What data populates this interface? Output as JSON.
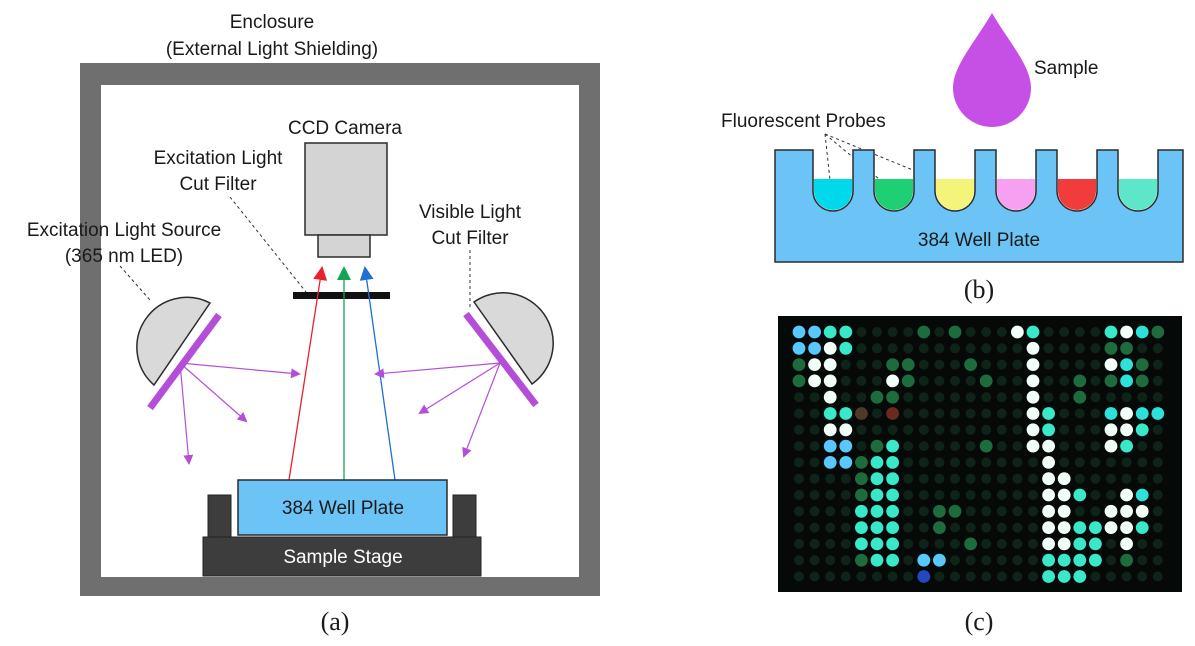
{
  "panel_a": {
    "enclosure_line1": "Enclosure",
    "enclosure_line2": "(External Light Shielding)",
    "camera": "CCD Camera",
    "exc_filter_line1": "Excitation Light",
    "exc_filter_line2": "Cut Filter",
    "source_line1": "Excitation Light Source",
    "source_line2": "(365 nm LED)",
    "vis_filter_line1": "Visible Light",
    "vis_filter_line2": "Cut Filter",
    "plate": "384 Well Plate",
    "stage": "Sample Stage",
    "caption": "(a)"
  },
  "panel_b": {
    "sample": "Sample",
    "probes": "Fluorescent Probes",
    "plate": "384 Well Plate",
    "caption": "(b)",
    "well_colors": [
      "#00d9ec",
      "#1fcf74",
      "#f4f47a",
      "#f7a0f2",
      "#f23c3c",
      "#5ee6c8"
    ]
  },
  "panel_c": {
    "caption": "(c)"
  },
  "colors": {
    "enclosure": "#6f6f6f",
    "light_source": "#d9d9d9",
    "excitation": "#b44ed8",
    "plate_blue": "#6cc3f5",
    "stage": "#3d3d3d",
    "sample_drop": "#c64fe6"
  }
}
